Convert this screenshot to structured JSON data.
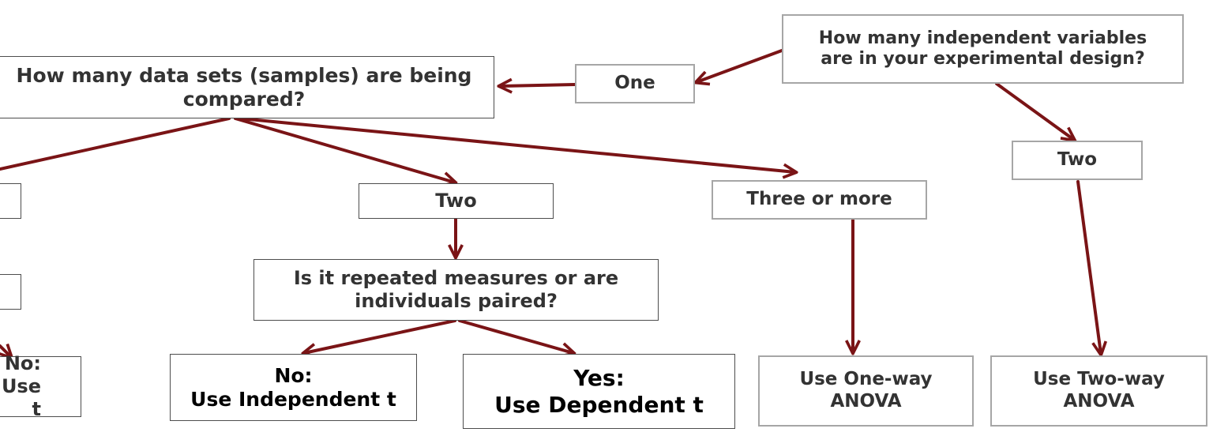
{
  "colors": {
    "arrow": "#7a1416",
    "gray_border": "#a6a6a6",
    "dark_border": "#4d4d4d",
    "text": "#333333"
  },
  "nodes": {
    "iv_question": {
      "line1": "How many independent variables",
      "line2": "are in your experimental design?"
    },
    "one": {
      "label": "One"
    },
    "two_iv": {
      "label": "Two"
    },
    "datasets_question": {
      "line1": "How many data sets (samples) are being",
      "line2": "compared?"
    },
    "two_samples": {
      "label": "Two"
    },
    "three_or_more": {
      "label": "Three or more"
    },
    "repeated_question": {
      "line1": "Is it repeated measures or are",
      "line2": "individuals paired?"
    },
    "no_independent": {
      "line1": "No:",
      "line2": "Use Independent t"
    },
    "yes_dependent": {
      "line1": "Yes:",
      "line2": "Use Dependent t"
    },
    "one_way_anova": {
      "line1": "Use One-way",
      "line2": "ANOVA"
    },
    "two_way_anova": {
      "line1": "Use Two-way",
      "line2": "ANOVA"
    },
    "partial_left_result": {
      "line1": "No:",
      "line2": "Use t"
    }
  }
}
